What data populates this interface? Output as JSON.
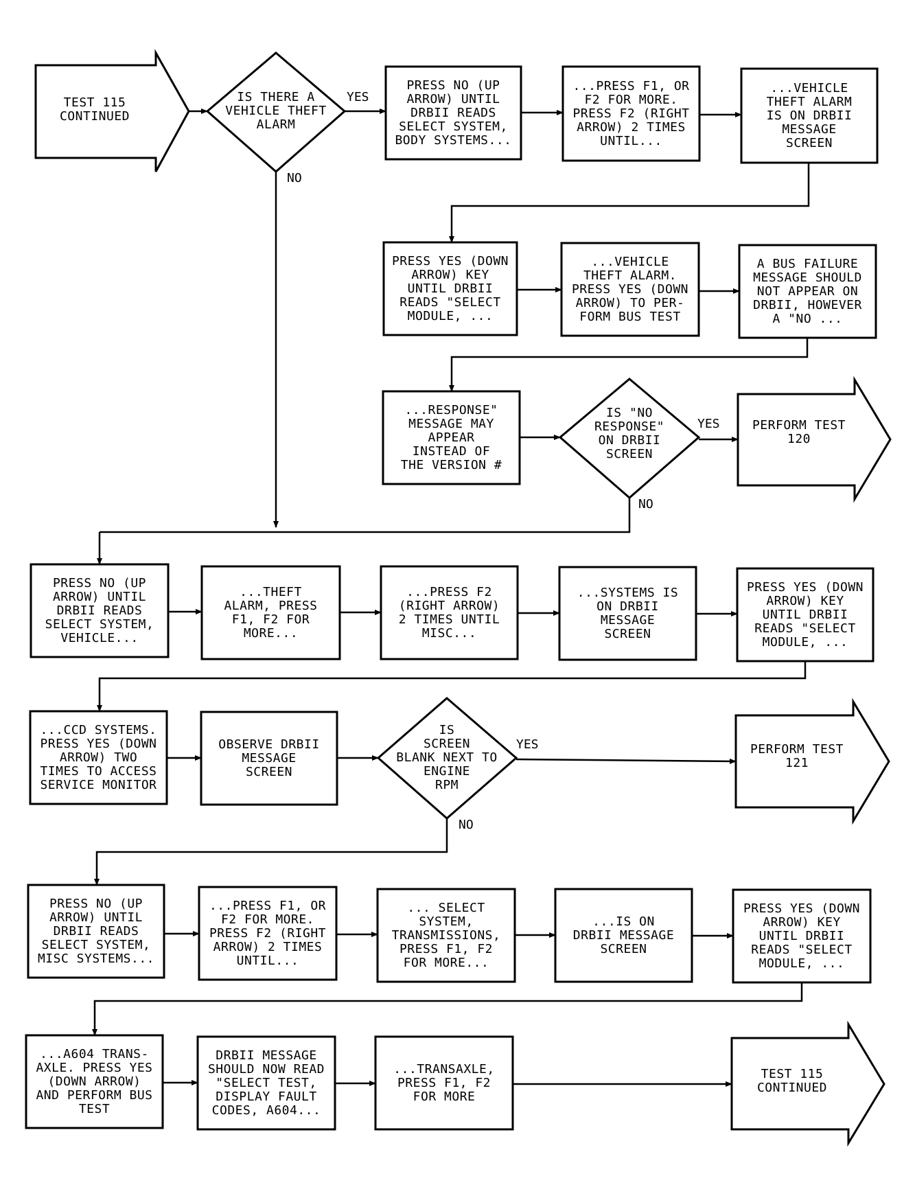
{
  "start": {
    "text": "TEST 115\nCONTINUED"
  },
  "row1": {
    "decision": "IS THERE A\nVEHICLE THEFT\nALARM",
    "yes": "YES",
    "no": "NO",
    "box1": "PRESS NO (UP\nARROW) UNTIL\nDRBII READS\nSELECT SYSTEM,\nBODY SYSTEMS...",
    "box2": "...PRESS F1, OR\nF2 FOR MORE.\nPRESS F2 (RIGHT\nARROW) 2 TIMES\nUNTIL...",
    "box3": "...VEHICLE\nTHEFT ALARM\nIS ON DRBII\nMESSAGE\nSCREEN"
  },
  "row2": {
    "box1": "PRESS YES (DOWN\nARROW) KEY\nUNTIL DRBII\nREADS \"SELECT\nMODULE, ...",
    "box2": "...VEHICLE\nTHEFT ALARM.\nPRESS YES (DOWN\nARROW) TO PER-\nFORM BUS TEST",
    "box3": "A BUS FAILURE\nMESSAGE SHOULD\nNOT APPEAR ON\nDRBII, HOWEVER\nA \"NO ..."
  },
  "row3": {
    "box1": "...RESPONSE\"\nMESSAGE MAY\nAPPEAR\nINSTEAD OF\nTHE VERSION #",
    "decision": "IS \"NO\nRESPONSE\"\nON DRBII\nSCREEN",
    "yes": "YES",
    "no": "NO",
    "terminal": "PERFORM TEST\n120"
  },
  "row4": {
    "box1": "PRESS NO (UP\nARROW) UNTIL\nDRBII READS\nSELECT SYSTEM,\nVEHICLE...",
    "box2": "...THEFT\nALARM, PRESS\nF1, F2 FOR\nMORE...",
    "box3": "...PRESS F2\n(RIGHT ARROW)\n2 TIMES UNTIL\nMISC...",
    "box4": "...SYSTEMS IS\nON DRBII\nMESSAGE\nSCREEN",
    "box5": "PRESS YES (DOWN\nARROW) KEY\nUNTIL DRBII\nREADS \"SELECT\nMODULE, ..."
  },
  "row5": {
    "box1": "...CCD SYSTEMS.\nPRESS YES (DOWN\nARROW) TWO\nTIMES TO ACCESS\nSERVICE MONITOR",
    "box2": "OBSERVE DRBII\nMESSAGE\nSCREEN",
    "decision": "IS\nSCREEN\nBLANK NEXT TO\nENGINE\nRPM",
    "yes": "YES",
    "no": "NO",
    "terminal": "PERFORM TEST\n121"
  },
  "row6": {
    "box1": "PRESS NO (UP\nARROW) UNTIL\nDRBII READS\nSELECT SYSTEM,\nMISC SYSTEMS...",
    "box2": "...PRESS F1, OR\nF2 FOR MORE.\nPRESS F2 (RIGHT\nARROW) 2 TIMES\nUNTIL...",
    "box3": "... SELECT\nSYSTEM,\nTRANSMISSIONS,\nPRESS F1, F2\nFOR MORE...",
    "box4": "...IS ON\nDRBII MESSAGE\nSCREEN",
    "box5": "PRESS YES (DOWN\nARROW) KEY\nUNTIL DRBII\nREADS \"SELECT\nMODULE, ..."
  },
  "row7": {
    "box1": "...A604 TRANS-\nAXLE. PRESS YES\n(DOWN ARROW)\nAND PERFORM BUS\nTEST",
    "box2": "DRBII MESSAGE\nSHOULD NOW READ\n\"SELECT TEST,\nDISPLAY FAULT\nCODES, A604...",
    "box3": "...TRANSAXLE,\nPRESS F1, F2\nFOR MORE",
    "terminal": "TEST 115\nCONTINUED"
  }
}
